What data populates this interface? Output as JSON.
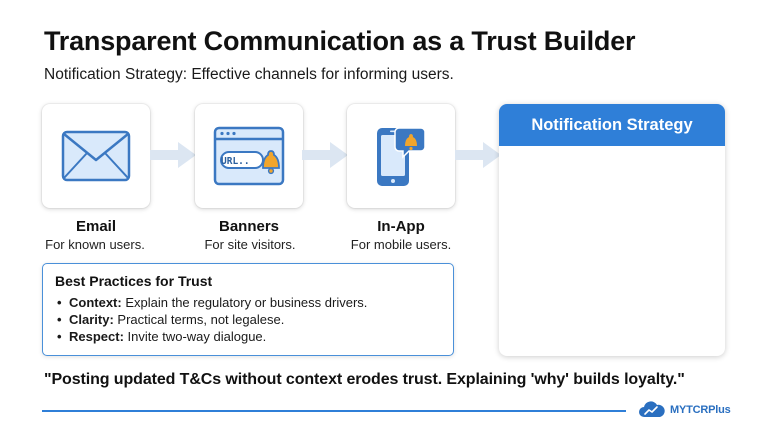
{
  "header": {
    "title": "Transparent Communication as a Trust Builder",
    "subtitle": "Notification Strategy: Effective channels for informing users."
  },
  "channels": [
    {
      "name": "Email",
      "desc": "For known users.",
      "icon": "envelope-icon"
    },
    {
      "name": "Banners",
      "desc": "For site visitors.",
      "icon": "browser-bell-icon",
      "url_text": "URL.."
    },
    {
      "name": "In-App",
      "desc": "For mobile users.",
      "icon": "phone-notification-icon"
    }
  ],
  "practices": {
    "title": "Best Practices for Trust",
    "items": [
      {
        "label": "Context:",
        "text": " Explain the regulatory or business drivers."
      },
      {
        "label": "Clarity:",
        "text": " Practical terms, not legalese."
      },
      {
        "label": "Respect:",
        "text": " Invite two-way dialogue."
      }
    ]
  },
  "strategy_panel": {
    "title": "Notification Strategy"
  },
  "quote": "\"Posting updated T&Cs without context erodes trust. Explaining 'why' builds loyalty.\"",
  "brand": {
    "name": "MYTCRPlus",
    "icon": "cloud-chart-icon"
  },
  "colors": {
    "accent": "#2f7fd8",
    "icon_fill": "#d9e9fb",
    "icon_stroke": "#3b78c2",
    "arrow": "#dce6f2"
  }
}
